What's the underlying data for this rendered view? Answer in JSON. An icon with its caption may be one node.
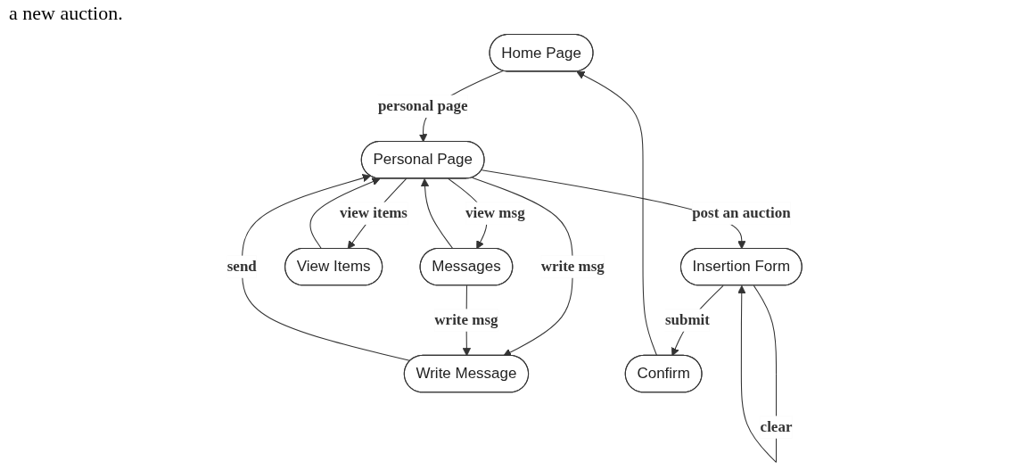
{
  "diagram": {
    "nodes": [
      {
        "text": [
          "Home Page"
        ]
      },
      {
        "text": [
          "Personal Page"
        ]
      },
      {
        "text": [
          "Messages"
        ]
      },
      {
        "text": [
          "Write Message"
        ]
      },
      {
        "text": [
          "View Items"
        ]
      },
      {
        "text": [
          "Insertion Form"
        ]
      },
      {
        "text": [
          "Confirm"
        ]
      }
    ],
    "edges": [
      {
        "from": 0,
        "to": 1,
        "arrow": "to",
        "label": "personal page"
      },
      {
        "from": 2,
        "to": 1,
        "arrow": "to"
      },
      {
        "from": 1,
        "to": 2,
        "arrow": "to",
        "label": "view msg"
      },
      {
        "from": 1,
        "to": 3,
        "arrow": "to",
        "label": "write msg"
      },
      {
        "from": 3,
        "to": 1,
        "arrow": "to",
        "label": "send"
      },
      {
        "from": 4,
        "to": 1,
        "arrow": "to"
      },
      {
        "from": 1,
        "to": 4,
        "arrow": "to",
        "label": "view items"
      },
      {
        "from": 1,
        "to": 5,
        "arrow": "to",
        "label": "post an auction"
      },
      {
        "from": 2,
        "to": 3,
        "arrow": "to",
        "label": "write msg"
      },
      {
        "from": 5,
        "to": 5,
        "arrow": "to",
        "label": "clear"
      },
      {
        "from": 5,
        "to": 6,
        "arrow": "to",
        "label": "submit"
      },
      {
        "from": 6,
        "to": 0,
        "arrow": "to"
      }
    ],
    "labels": [
      "a new auction."
    ]
  }
}
